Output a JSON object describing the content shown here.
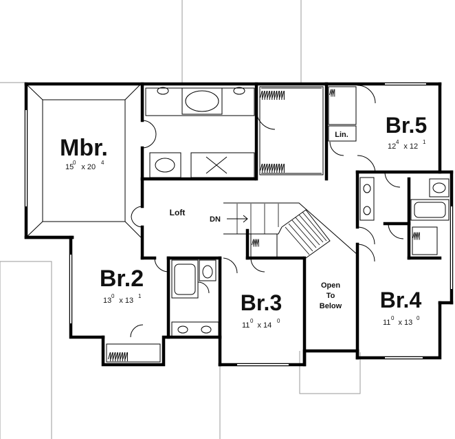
{
  "rooms": {
    "mbr": {
      "name": "Mbr.",
      "dim_a": "15",
      "dim_a_sup": "0",
      "dim_b": "20",
      "dim_b_sup": "4"
    },
    "br5": {
      "name": "Br.5",
      "dim_a": "12",
      "dim_a_sup": "4",
      "dim_b": "12",
      "dim_b_sup": "1"
    },
    "br2": {
      "name": "Br.2",
      "dim_a": "13",
      "dim_a_sup": "0",
      "dim_b": "13",
      "dim_b_sup": "1"
    },
    "br3": {
      "name": "Br.3",
      "dim_a": "11",
      "dim_a_sup": "0",
      "dim_b": "14",
      "dim_b_sup": "0"
    },
    "br4": {
      "name": "Br.4",
      "dim_a": "11",
      "dim_a_sup": "0",
      "dim_b": "13",
      "dim_b_sup": "0"
    }
  },
  "labels": {
    "loft": "Loft",
    "dn": "DN",
    "lin": "Lin.",
    "open_line1": "Open",
    "open_line2": "To",
    "open_line3": "Below"
  },
  "dimension_separator": "x"
}
